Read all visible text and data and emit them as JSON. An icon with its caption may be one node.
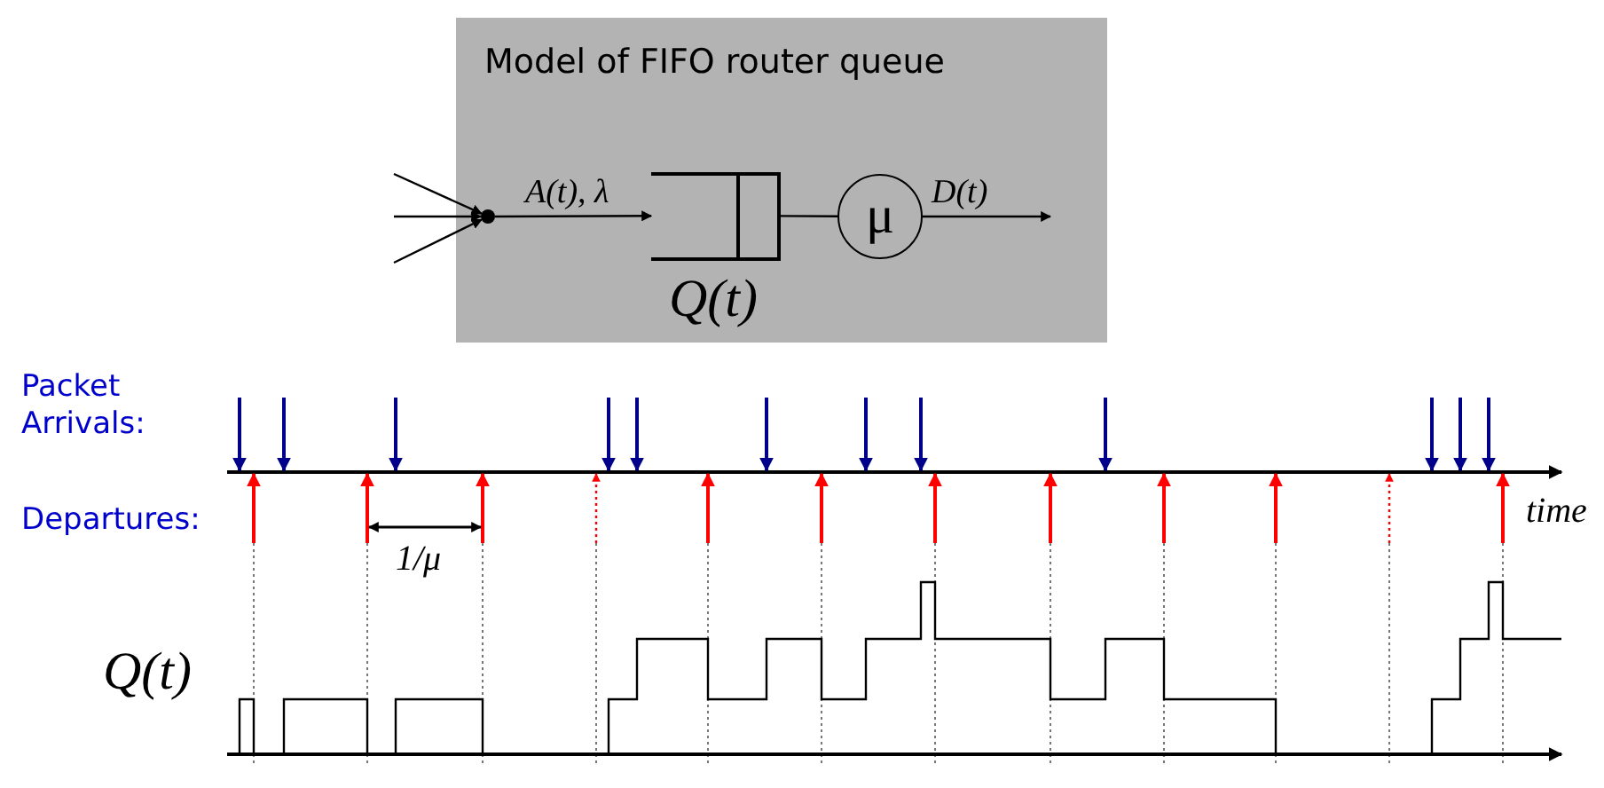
{
  "diagram": {
    "nodes": [
      {
        "text": [
          "Model of FIFO router queue"
        ]
      },
      {
        "text": [],
        "shape": "circle",
        "in": 0
      },
      {
        "text": [
          "Q(t)"
        ],
        "in": 0
      },
      {
        "text": [
          "μ"
        ],
        "in": 0
      }
    ],
    "edges": [
      {
        "from": null,
        "to": 1,
        "arrow": "to"
      },
      {
        "from": null,
        "to": 1,
        "arrow": "to"
      },
      {
        "from": null,
        "to": 1,
        "arrow": "to"
      },
      {
        "from": 1,
        "to": 2,
        "arrow": "to",
        "label": "A(t), λ"
      },
      {
        "from": 2,
        "to": 3,
        "arrow": "none"
      },
      {
        "from": 3,
        "to": null,
        "arrow": "to",
        "label": "D(t)"
      }
    ],
    "labels": [
      "Packet Arrivals:",
      "Departures:",
      "time",
      "1/μ",
      "Q(t)"
    ]
  }
}
